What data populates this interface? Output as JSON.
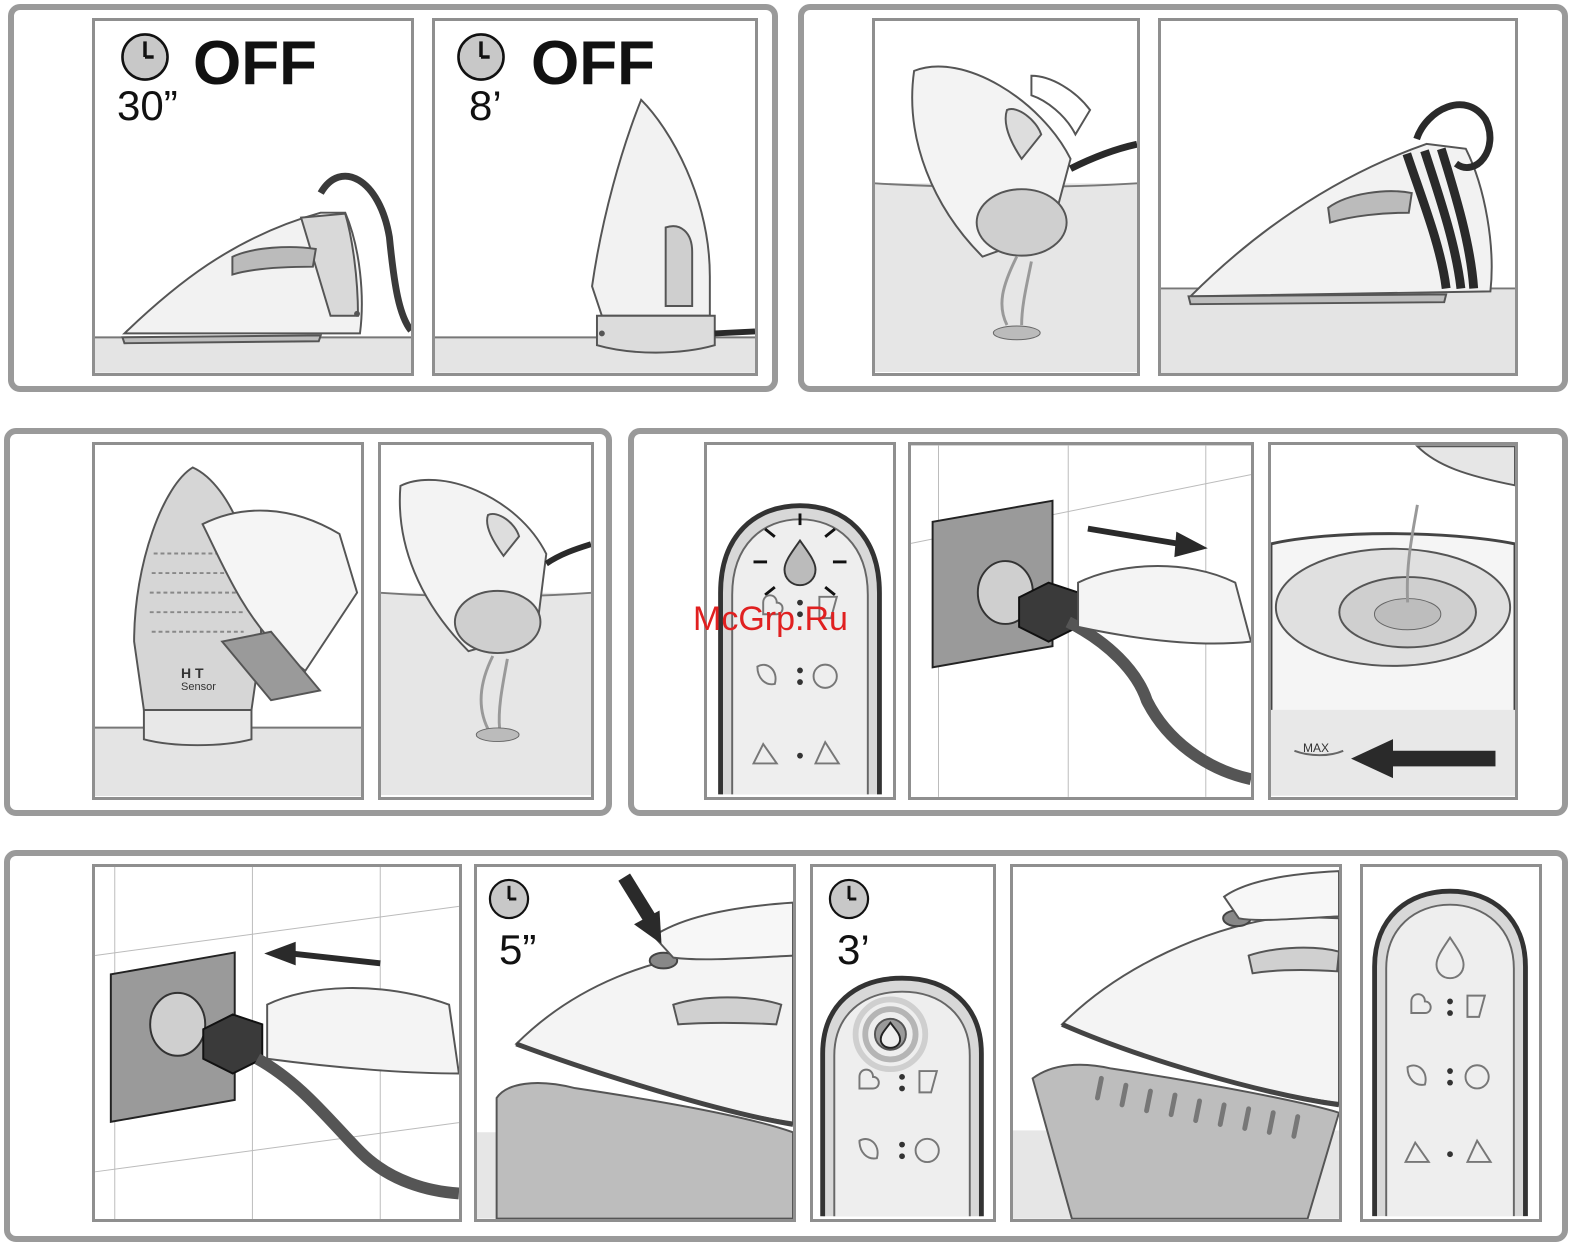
{
  "step1": {
    "panel_a": {
      "time": "30”",
      "state": "OFF",
      "icon": "clock-icon"
    },
    "panel_b": {
      "time": "8’",
      "state": "OFF",
      "icon": "clock-icon"
    }
  },
  "step4": {
    "reservoir": {
      "max_label": "MAX"
    }
  },
  "step3": {
    "soleplate": {
      "brand_line1": "H   T",
      "brand_line2": "Sensor"
    }
  },
  "step5": {
    "panel_b": {
      "time": "5”",
      "icon": "clock-icon"
    },
    "panel_c": {
      "time": "3’",
      "icon": "clock-icon"
    }
  },
  "watermark": "McGrp.Ru",
  "colors": {
    "frame": "#9a9a9a",
    "panel_border": "#8f8f8f",
    "arrow": "#2a2a2a",
    "watermark": "#e02020"
  }
}
